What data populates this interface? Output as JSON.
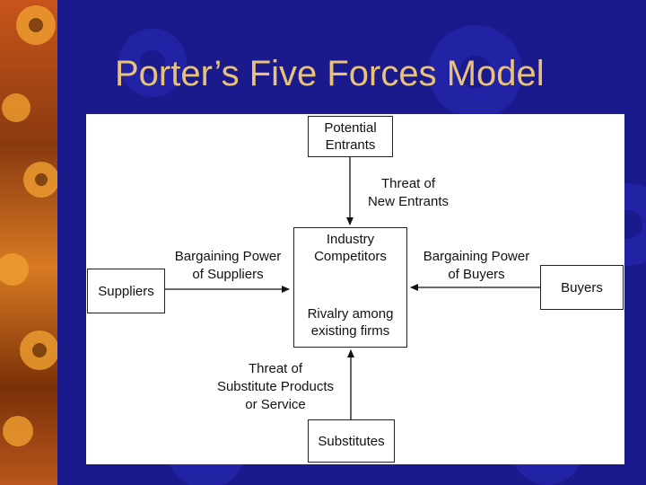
{
  "slide": {
    "title": "Porter’s Five Forces Model"
  },
  "diagram": {
    "potential_entrants": [
      "Potential",
      "Entrants"
    ],
    "threat_new_entrants": [
      "Threat of",
      "New Entrants"
    ],
    "industry_competitors": [
      "Industry",
      "Competitors"
    ],
    "rivalry": [
      "Rivalry among",
      "existing firms"
    ],
    "bargaining_suppliers": [
      "Bargaining Power",
      "of Suppliers"
    ],
    "bargaining_buyers": [
      "Bargaining Power",
      "of Buyers"
    ],
    "suppliers": "Suppliers",
    "buyers": "Buyers",
    "threat_substitutes": [
      "Threat of",
      "Substitute Products",
      "or Service"
    ],
    "substitutes": "Substitutes"
  },
  "colors": {
    "background": "#1a1a8c",
    "title": "#e8c27a",
    "panel": "#ffffff"
  }
}
